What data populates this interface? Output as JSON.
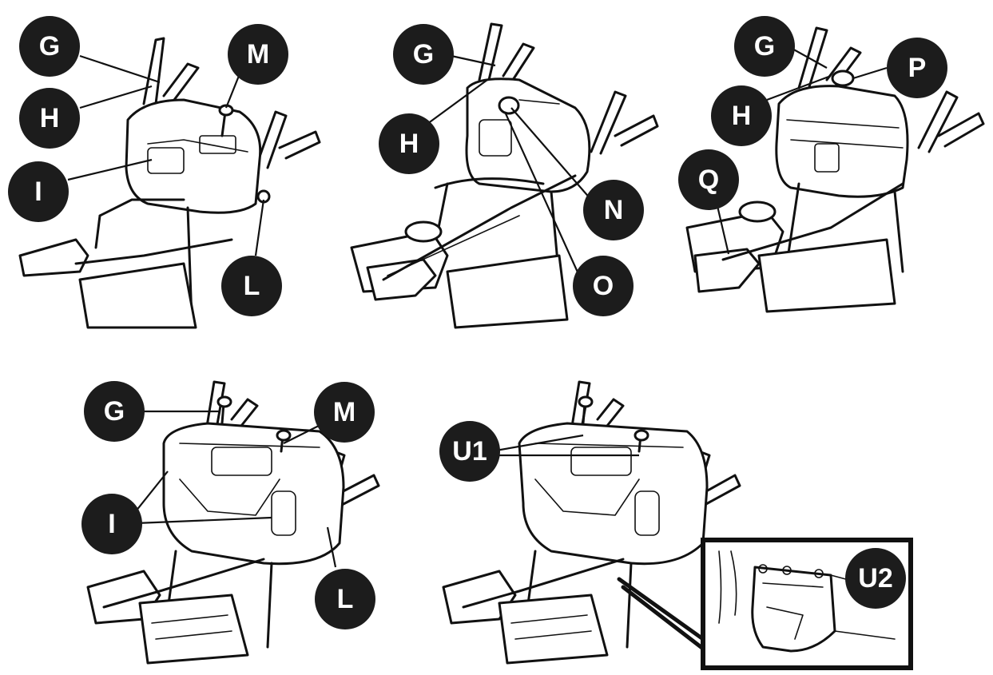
{
  "figures": [
    {
      "id": "fig-1",
      "labels": [
        "G",
        "M",
        "H",
        "I",
        "L"
      ]
    },
    {
      "id": "fig-2",
      "labels": [
        "G",
        "H",
        "N",
        "O"
      ]
    },
    {
      "id": "fig-3",
      "labels": [
        "G",
        "P",
        "H",
        "Q"
      ]
    },
    {
      "id": "fig-4",
      "labels": [
        "G",
        "M",
        "I",
        "L"
      ]
    },
    {
      "id": "fig-5",
      "labels": [
        "U1",
        "U2"
      ]
    }
  ],
  "colors": {
    "badge": "#1c1c1c",
    "badge_text": "#ffffff",
    "line": "#111111",
    "background": "#ffffff"
  }
}
